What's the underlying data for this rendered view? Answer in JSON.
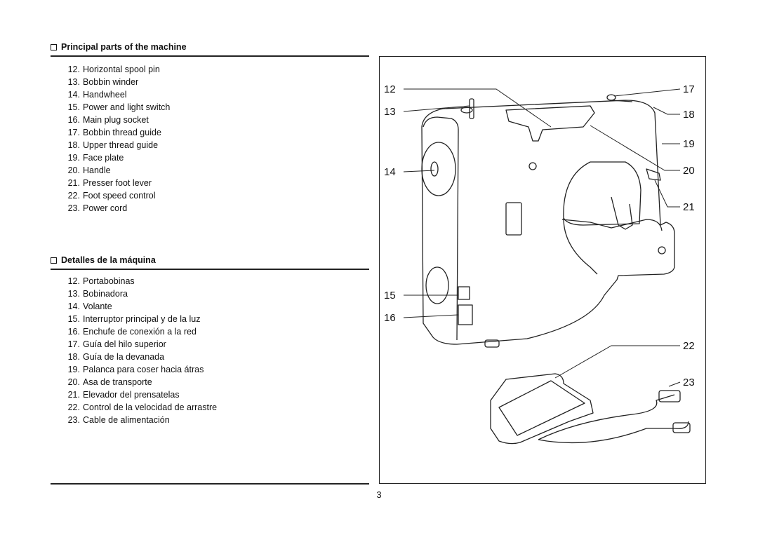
{
  "english": {
    "heading": "Principal parts of the machine",
    "items": [
      {
        "num": "12.",
        "label": "Horizontal spool pin"
      },
      {
        "num": "13.",
        "label": "Bobbin winder"
      },
      {
        "num": "14.",
        "label": "Handwheel"
      },
      {
        "num": "15.",
        "label": "Power and light switch"
      },
      {
        "num": "16.",
        "label": "Main plug socket"
      },
      {
        "num": "17.",
        "label": "Bobbin thread guide"
      },
      {
        "num": "18.",
        "label": "Upper thread guide"
      },
      {
        "num": "19.",
        "label": "Face plate"
      },
      {
        "num": "20.",
        "label": "Handle"
      },
      {
        "num": "21.",
        "label": "Presser foot lever"
      },
      {
        "num": "22.",
        "label": "Foot speed control"
      },
      {
        "num": "23.",
        "label": "Power cord"
      }
    ]
  },
  "spanish": {
    "heading": "Detalles de la máquina",
    "items": [
      {
        "num": "12.",
        "label": "Portabobinas"
      },
      {
        "num": "13.",
        "label": "Bobinadora"
      },
      {
        "num": "14.",
        "label": "Volante"
      },
      {
        "num": "15.",
        "label": "Interruptor principal y de la luz"
      },
      {
        "num": "16.",
        "label": "Enchufe de conexión a la red"
      },
      {
        "num": "17.",
        "label": "Guía del hilo superior"
      },
      {
        "num": "18.",
        "label": "Guía de la devanada"
      },
      {
        "num": "19.",
        "label": "Palanca para coser hacia átras"
      },
      {
        "num": "20.",
        "label": "Asa de transporte"
      },
      {
        "num": "21.",
        "label": "Elevador del prensatelas"
      },
      {
        "num": "22.",
        "label": "Control de la velocidad de arrastre"
      },
      {
        "num": "23.",
        "label": "Cable de alimentación"
      }
    ]
  },
  "figure": {
    "callouts": [
      "12",
      "13",
      "14",
      "15",
      "16",
      "17",
      "18",
      "19",
      "20",
      "21",
      "22",
      "23"
    ]
  },
  "page_number": "3"
}
